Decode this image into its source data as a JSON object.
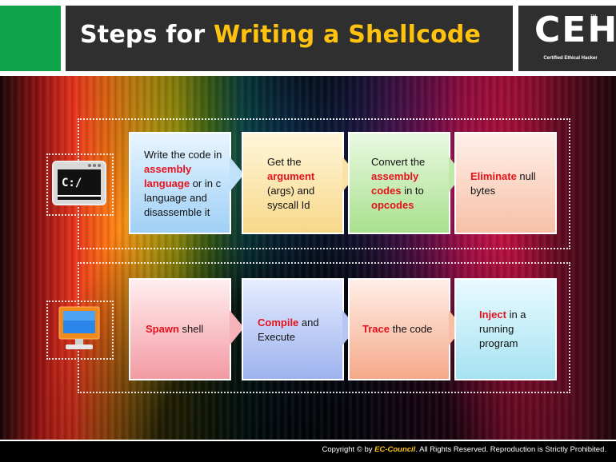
{
  "header": {
    "title_part1": "Steps for ",
    "title_part2": "Writing a Shellcode",
    "logo_text": "CEH",
    "logo_sub": "Certified   Ethical   Hacker",
    "logo_tm": "TM"
  },
  "colors": {
    "accent_yellow": "#ffc20e",
    "brand_green": "#0ea24a",
    "header_bg": "#2f2f2f",
    "highlight_red": "#e5111b"
  },
  "icons": {
    "row1": "terminal-icon",
    "row2": "monitor-icon",
    "terminal_prompt": "C:/"
  },
  "steps_row1": [
    {
      "t1": "Write the code in ",
      "r1": "assembly language",
      "t2": " or in c language and disassemble it"
    },
    {
      "t1": "Get the ",
      "r1": "argument",
      "t2": " (args) and syscall Id"
    },
    {
      "t1": "Convert the ",
      "r1": "assembly codes",
      "t2": " in to ",
      "r2": "opcodes"
    },
    {
      "t1": "",
      "r1": "Eliminate",
      "t2": " null bytes"
    }
  ],
  "steps_row2": [
    {
      "t1": "",
      "r1": "Spawn",
      "t2": " shell"
    },
    {
      "t1": "",
      "r1": "Compile",
      "t2": " and Execute"
    },
    {
      "t1": "",
      "r1": "Trace",
      "t2": " the code"
    },
    {
      "t1": "",
      "r1": "Inject",
      "t2": " in a running program"
    }
  ],
  "footer": {
    "copyright_pre": "Copyright © by ",
    "ec_council": "EC-Council",
    "copyright_post": ". All Rights Reserved. Reproduction is Strictly Prohibited."
  }
}
